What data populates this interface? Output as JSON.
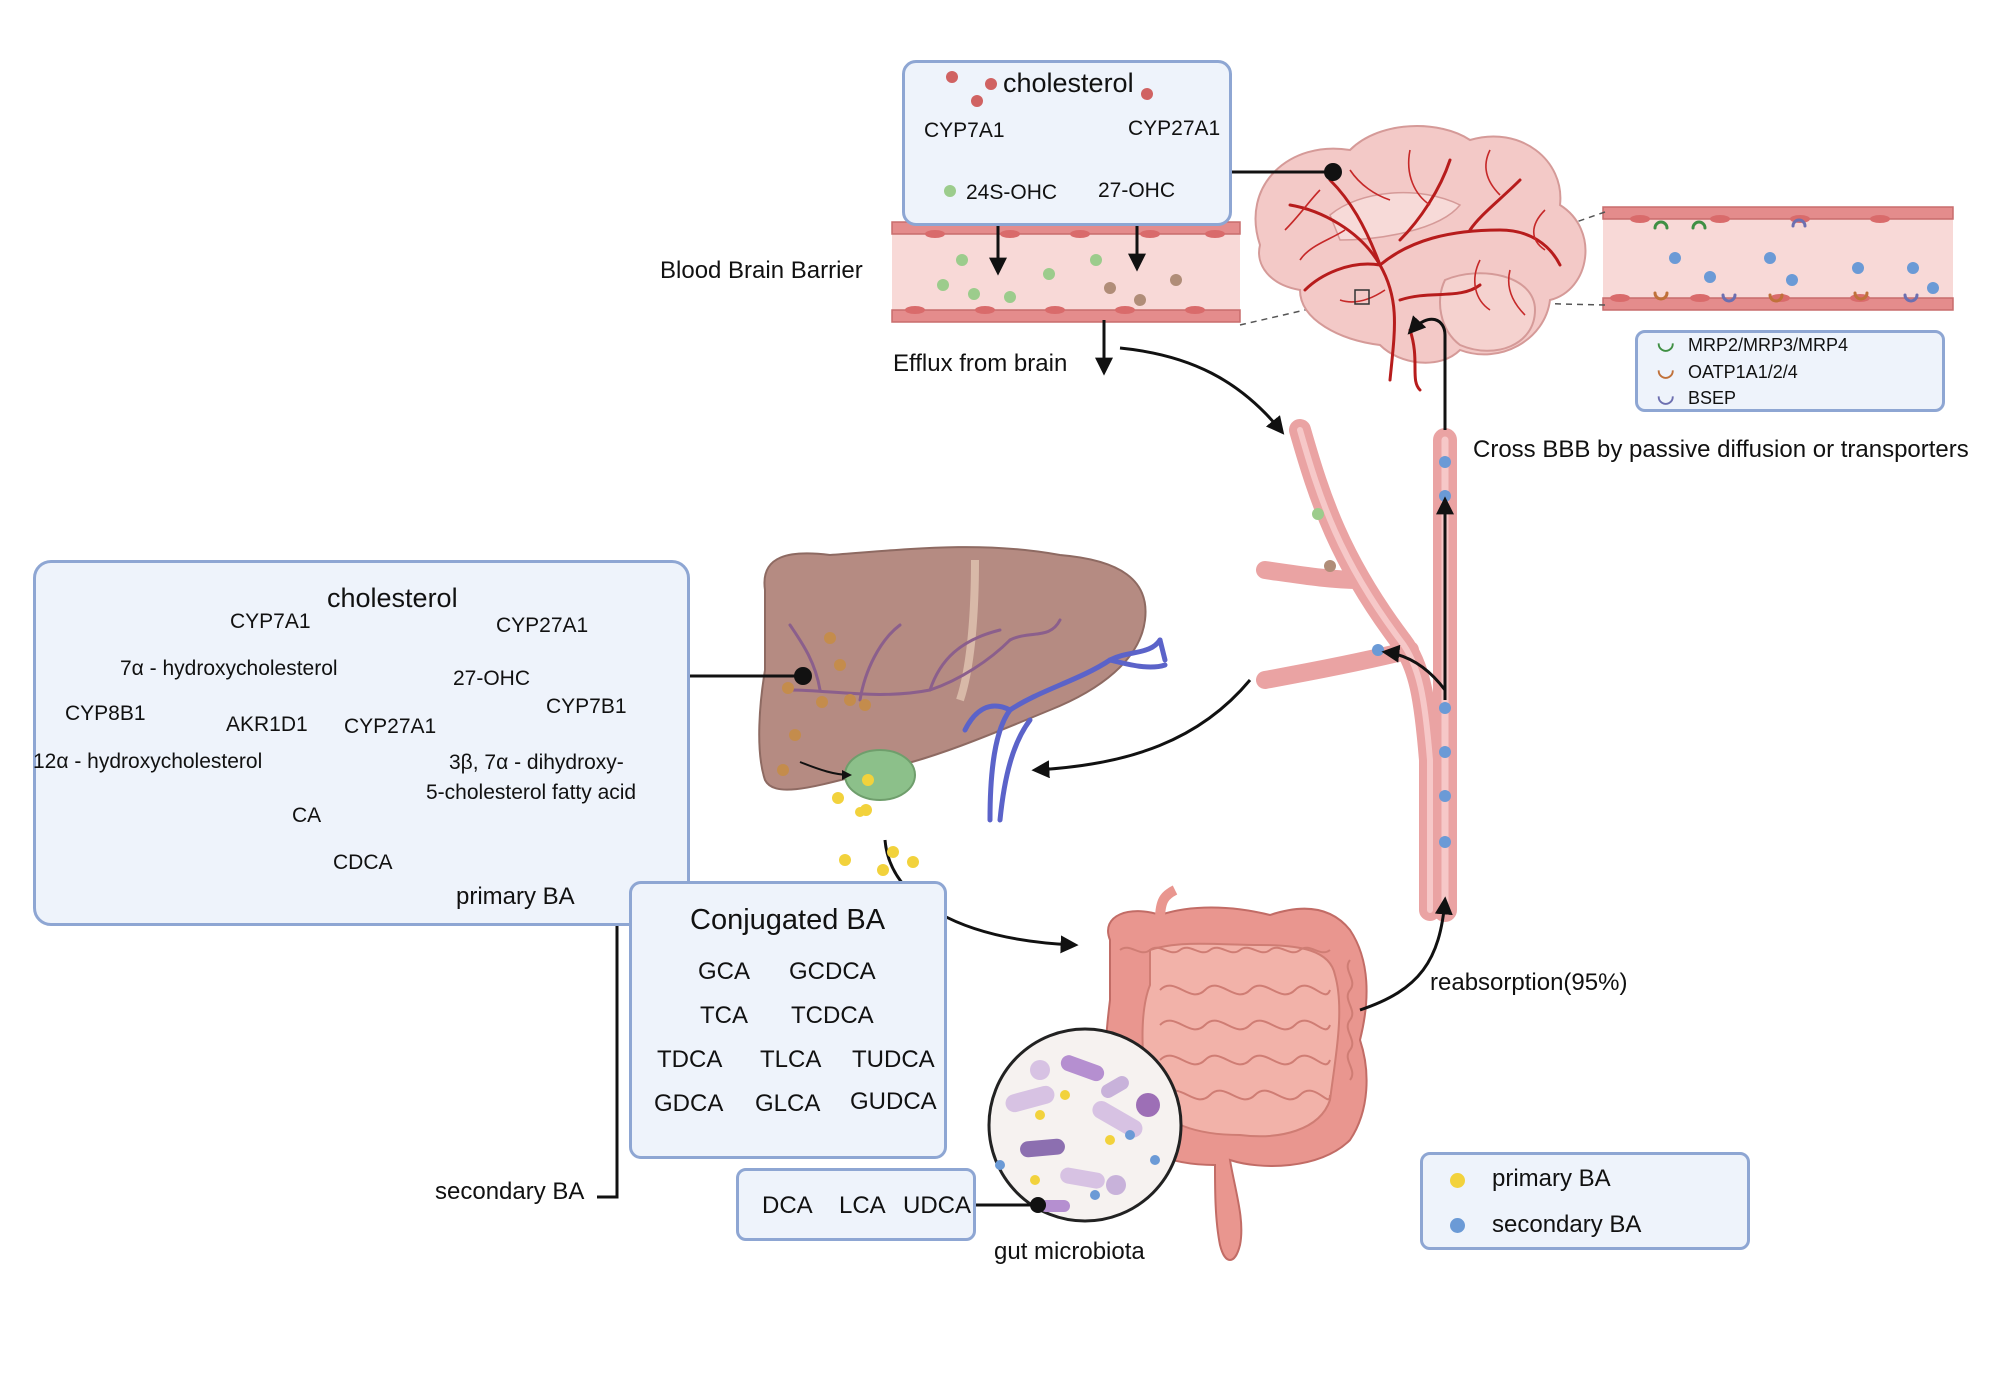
{
  "brain_box": {
    "cholesterol": "cholesterol",
    "enzyme_left": "CYP7A1",
    "enzyme_right": "CYP27A1",
    "product_left": "24S-OHC",
    "product_right": "27-OHC"
  },
  "bbb_label": "Blood Brain Barrier",
  "efflux_label": "Efflux from brain",
  "cross_bbb_label": "Cross BBB by passive diffusion or transporters",
  "transporters": [
    {
      "label": "MRP2/MRP3/MRP4",
      "color": "#3f8f43"
    },
    {
      "label": "OATP1A1/2/4",
      "color": "#c0713a"
    },
    {
      "label": "BSEP",
      "color": "#6d6fb0"
    }
  ],
  "liver_box": {
    "cholesterol": "cholesterol",
    "cyp7a1": "CYP7A1",
    "cyp27a1_top": "CYP27A1",
    "hydroxy7a": "7α - hydroxycholesterol",
    "ohc27": "27-OHC",
    "cyp8b1": "CYP8B1",
    "akr1d1": "AKR1D1",
    "cyp27a1_mid": "CYP27A1",
    "cyp7b1": "CYP7B1",
    "hydroxy12a": "12α - hydroxycholesterol",
    "dihydroxy_line1": "3β, 7α - dihydroxy-",
    "dihydroxy_line2": "5-cholesterol fatty acid",
    "ca": "CA",
    "cdca": "CDCA"
  },
  "primary_ba_label": "primary BA",
  "secondary_ba_label": "secondary BA",
  "conjugated": {
    "title": "Conjugated BA",
    "rows": [
      [
        "GCA",
        "GCDCA"
      ],
      [
        "TCA",
        "TCDCA"
      ],
      [
        "TDCA",
        "TLCA",
        "TUDCA"
      ],
      [
        "GDCA",
        "GLCA",
        "GUDCA"
      ]
    ]
  },
  "secondary_list": [
    "DCA",
    "LCA",
    "UDCA"
  ],
  "gut_microbiota_label": "gut microbiota",
  "reabsorption_label": "reabsorption(95%)",
  "legend": [
    {
      "label": "primary BA",
      "color": "#f2d23c"
    },
    {
      "label": "secondary BA",
      "color": "#6b9ad6"
    }
  ],
  "colors": {
    "panel_fill": "#eef3fb",
    "panel_border": "#8ea6d3",
    "vessel": "#eaa3a3",
    "liver": "#b58b82",
    "brain": "#f0c4c4",
    "intestine": "#e9968f",
    "green_dot": "#9ccc8c",
    "brown_dot": "#b08d78",
    "red_dot": "#d06262"
  }
}
